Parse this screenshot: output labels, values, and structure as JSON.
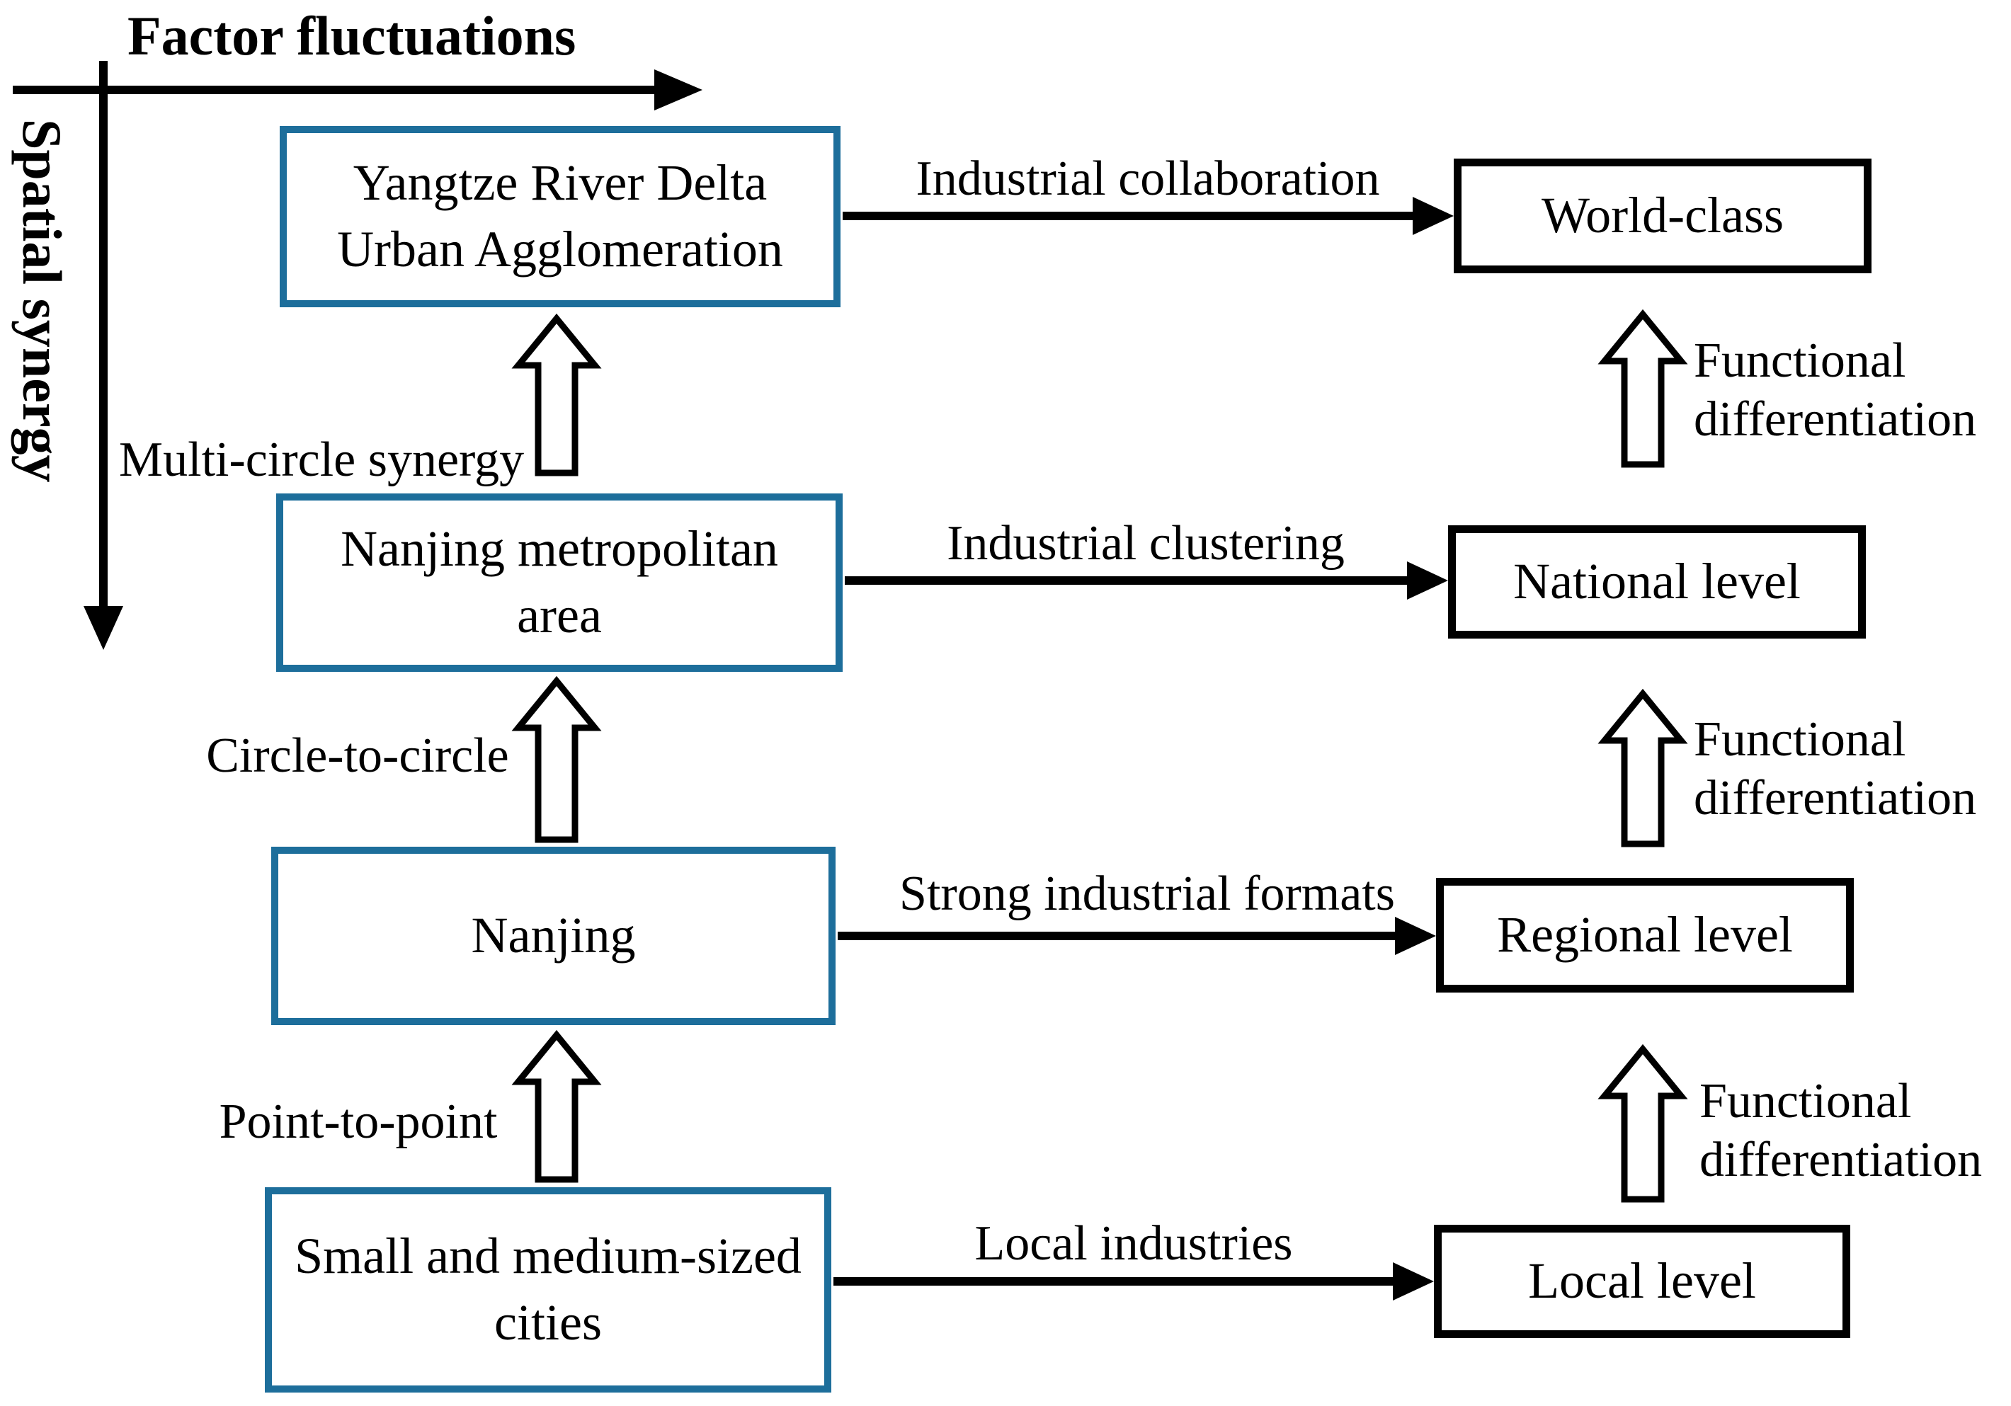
{
  "diagram": {
    "axes": {
      "x_label": "Factor fluctuations",
      "y_label": "Spatial synergy"
    },
    "left_boxes": [
      {
        "label": "Yangtze River Delta\nUrban Agglomeration"
      },
      {
        "label": "Nanjing metropolitan\narea"
      },
      {
        "label": "Nanjing"
      },
      {
        "label": "Small and medium-sized\ncities"
      }
    ],
    "right_boxes": [
      {
        "label": "World-class"
      },
      {
        "label": "National level"
      },
      {
        "label": "Regional level"
      },
      {
        "label": "Local level"
      }
    ],
    "flow_links": [
      {
        "label": "Industrial collaboration"
      },
      {
        "label": "Industrial clustering"
      },
      {
        "label": "Strong industrial formats"
      },
      {
        "label": "Local industries"
      }
    ],
    "synergy_links": [
      {
        "label": "Multi-circle synergy"
      },
      {
        "label": "Circle-to-circle"
      },
      {
        "label": "Point-to-point"
      }
    ],
    "differentiation_links": [
      {
        "label": "Functional\ndifferentiation"
      },
      {
        "label": "Functional\ndifferentiation"
      },
      {
        "label": "Functional\ndifferentiation"
      }
    ],
    "colors": {
      "left_box_border": "#1d6e9b",
      "right_box_border": "#000000",
      "arrow": "#000000",
      "text": "#000000",
      "background": "#ffffff"
    }
  }
}
